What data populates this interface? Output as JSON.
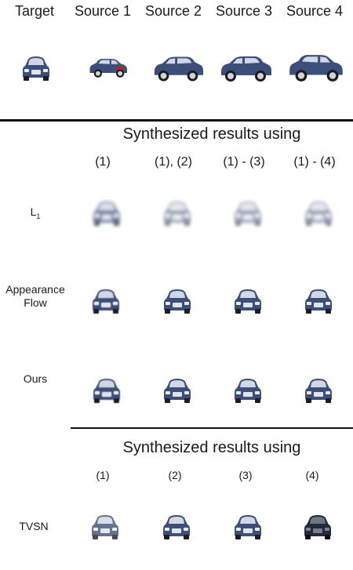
{
  "header": {
    "target": "Target",
    "sources": [
      "Source 1",
      "Source 2",
      "Source 3",
      "Source 4"
    ]
  },
  "section1": {
    "title": "Synthesized results using",
    "columns": [
      "(1)",
      "(1), (2)",
      "(1) - (3)",
      "(1) - (4)"
    ],
    "rows": [
      {
        "label": "L",
        "label_sub": "1",
        "style": "blur"
      },
      {
        "label": "Appearance\nFlow",
        "style": "flow"
      },
      {
        "label": "Ours",
        "style": "ours"
      }
    ]
  },
  "section2": {
    "title": "Synthesized results using",
    "columns": [
      "(1)",
      "(2)",
      "(3)",
      "(4)"
    ],
    "rows": [
      {
        "label": "TVSN"
      }
    ]
  },
  "colors": {
    "car_body": "#3b4f7a",
    "car_dark": "#22304f",
    "blur_body": "#9aa5b5",
    "rule": "#111111"
  }
}
